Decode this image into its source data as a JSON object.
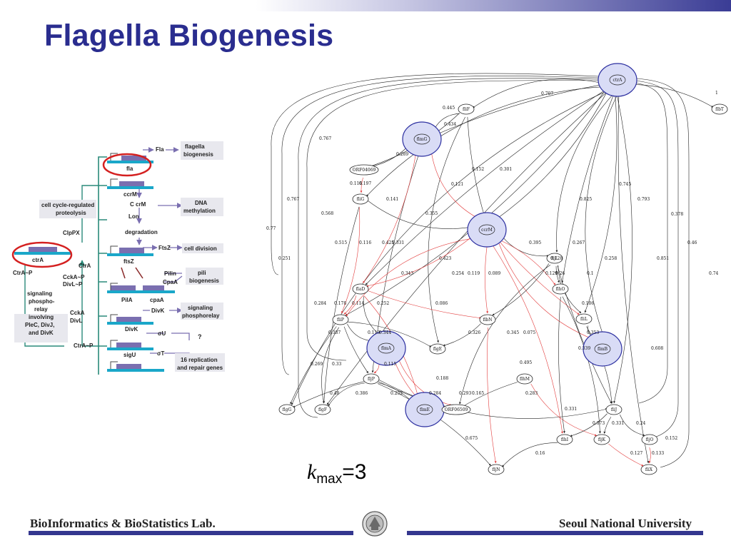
{
  "slide": {
    "title": "Flagella Biogenesis",
    "kmax": {
      "symbol": "k",
      "subscript": "max",
      "value": "=3"
    }
  },
  "footer": {
    "left": "BioInformatics & BioStatistics Lab.",
    "right": "Seoul National University"
  },
  "colors": {
    "title": "#2a2d8f",
    "footer_bar": "#34378f",
    "highlight_fill": "#d9dcf6",
    "highlight_stroke": "#2c2fa0",
    "red_edge": "#e23a3a",
    "cyan_line": "#1aa7c9",
    "teal": "#2a8a7a"
  },
  "left_figure": {
    "genes": [
      "fla",
      "ccrM",
      "ftsZ",
      "PilA",
      "cpaA",
      "DivK",
      "sigU",
      "ctrA"
    ],
    "labels": {
      "fla": "Fla",
      "flagella": "flagella",
      "biogenesis": "biogenesis",
      "ccrm_c": "C crM",
      "lon": "Lon",
      "dna": "DNA",
      "methylation": "methylation",
      "degradation": "degradation",
      "ftsz_arrow": "FtsZ",
      "cell_division": "cell division",
      "pilin": "Pilin",
      "cpaA_arrow": "CpaA",
      "pili": "pili",
      "pili_bio": "biogenesis",
      "divk_arrow": "DivK",
      "signaling": "signaling",
      "phosphorelay": "phosphorelay",
      "sigma_u": "σU",
      "sigma_t": "σT",
      "question": "?",
      "replication": "16 replication",
      "repair": "and repair genes",
      "cell_cycle": "cell cycle-regulated",
      "proteolysis": "proteolysis",
      "clppx": "ClpPX",
      "ctra_arrow": "CtrA",
      "ctra_p_left": "CtrA~P",
      "ctra_p_bottom": "CtrA~P",
      "cckap": "CckA~P",
      "divlp": "DivL~P",
      "ccka": "CckA",
      "divl": "DivL",
      "sig1": "signaling",
      "sig2": "phospho-",
      "sig3": "relay",
      "sig4": "involving",
      "sig5": "PleC, DivJ,",
      "sig6": "and DivK"
    }
  },
  "network": {
    "nodes": [
      {
        "id": "ctrA",
        "label": "ctrA",
        "highlight": true
      },
      {
        "id": "fliF",
        "label": "fliF"
      },
      {
        "id": "flbT",
        "label": "flbT"
      },
      {
        "id": "flmG",
        "label": "flmG",
        "highlight": true
      },
      {
        "id": "ORF04069",
        "label": "ORF04069"
      },
      {
        "id": "fliG",
        "label": "fliG"
      },
      {
        "id": "ccrM",
        "label": "ccrM",
        "highlight": true
      },
      {
        "id": "fljL",
        "label": "fljL"
      },
      {
        "id": "flhO",
        "label": "flhO"
      },
      {
        "id": "fliL",
        "label": "fliL"
      },
      {
        "id": "flaD",
        "label": "flaD"
      },
      {
        "id": "flbN",
        "label": "flbN"
      },
      {
        "id": "fliP",
        "label": "fliP"
      },
      {
        "id": "flmA",
        "label": "flmA",
        "highlight": true
      },
      {
        "id": "flgE",
        "label": "flgE"
      },
      {
        "id": "flmB",
        "label": "flmB",
        "highlight": true
      },
      {
        "id": "fljP",
        "label": "fljP"
      },
      {
        "id": "flhM",
        "label": "flhM"
      },
      {
        "id": "flgG",
        "label": "flgG"
      },
      {
        "id": "flgF",
        "label": "flgF"
      },
      {
        "id": "flmE",
        "label": "flmE",
        "highlight": true
      },
      {
        "id": "ORF06509",
        "label": "ORF06509"
      },
      {
        "id": "fliJ",
        "label": "fliJ"
      },
      {
        "id": "flhI",
        "label": "flhI"
      },
      {
        "id": "fljK",
        "label": "fljK"
      },
      {
        "id": "fljO",
        "label": "fljO"
      },
      {
        "id": "fljN",
        "label": "fljN"
      },
      {
        "id": "fliX",
        "label": "fliX"
      }
    ],
    "edge_labels": [
      "0.707",
      "1",
      "0.445",
      "0.434",
      "0.767",
      "0.289",
      "0.116",
      "0.197",
      "0.141",
      "0.152",
      "0.301",
      "0.121",
      "0.745",
      "0.825",
      "0.793",
      "0.767",
      "0.568",
      "0.355",
      "0.378",
      "0.77",
      "0.515",
      "0.116",
      "0.425",
      "0.331",
      "0.267",
      "0.395",
      "0.46",
      "0.251",
      "0.423",
      "0.343",
      "0.254",
      "0.119",
      "0.089",
      "0.128",
      "0.129",
      "0.26",
      "0.1",
      "0.258",
      "0.851",
      "0.74",
      "0.284",
      "0.178",
      "0.114",
      "0.252",
      "0.086",
      "0.106",
      "0.387",
      "0.113",
      "0.344",
      "0.326",
      "0.345",
      "0.075",
      "0.353",
      "0.339",
      "0.608",
      "0.269",
      "0.33",
      "0.115",
      "0.495",
      "0.188",
      "0.48",
      "0.386",
      "0.252",
      "0.284",
      "0.293",
      "0.165",
      "0.283",
      "0.331",
      "0.073",
      "0.331",
      "0.24",
      "0.152",
      "0.675",
      "0.16",
      "0.127",
      "0.133"
    ]
  }
}
